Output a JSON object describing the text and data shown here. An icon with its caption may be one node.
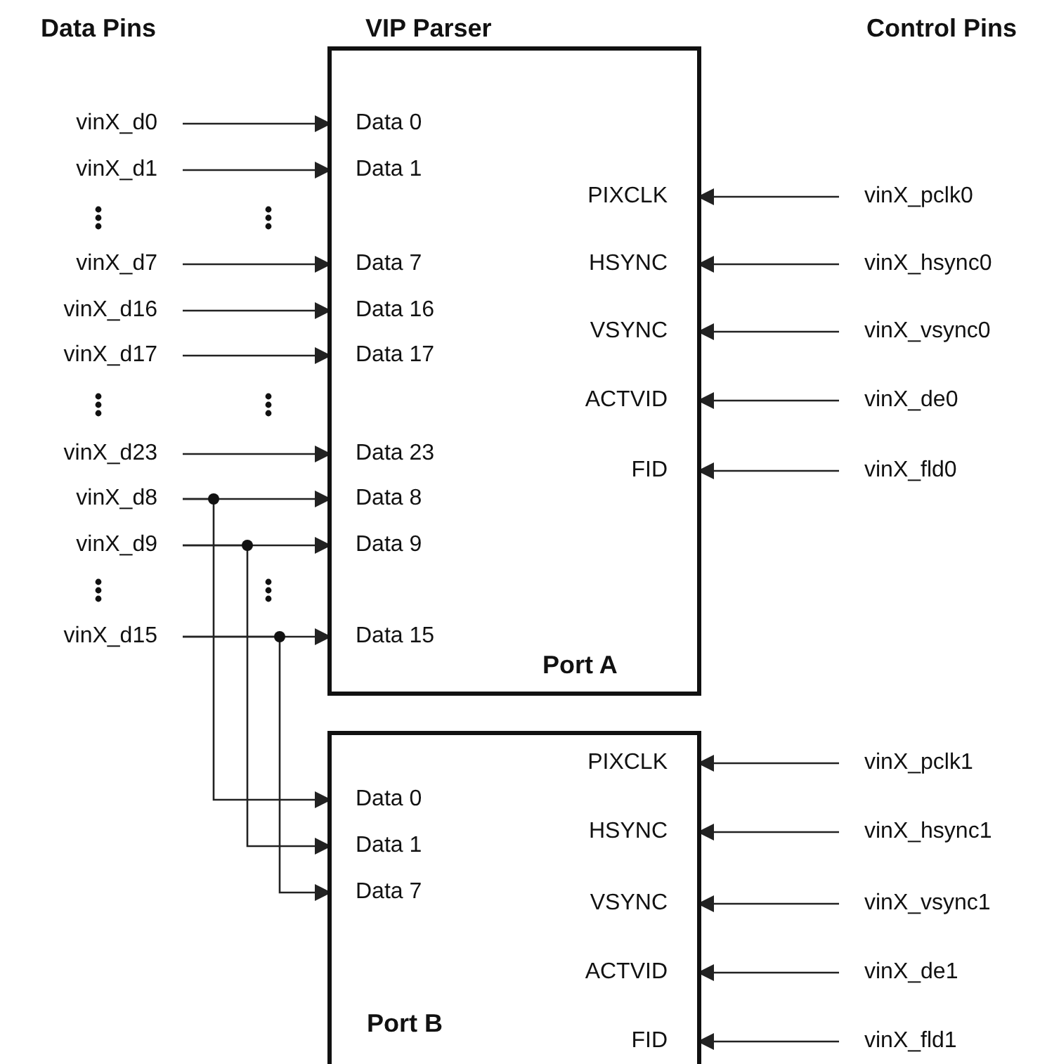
{
  "diagram": {
    "nodes": [
      {
        "text": [
          "Port A"
        ]
      },
      {
        "text": [
          "Data 0"
        ],
        "in": 0
      },
      {
        "text": [
          "Data 1"
        ],
        "in": 0
      },
      {
        "text": [
          "Data 7"
        ],
        "in": 0
      },
      {
        "text": [
          "Data 16"
        ],
        "in": 0
      },
      {
        "text": [
          "Data 17"
        ],
        "in": 0
      },
      {
        "text": [
          "Data 23"
        ],
        "in": 0
      },
      {
        "text": [
          "Data 8"
        ],
        "in": 0
      },
      {
        "text": [
          "Data 9"
        ],
        "in": 0
      },
      {
        "text": [
          "Data 15"
        ],
        "in": 0
      },
      {
        "text": [
          "PIXCLK"
        ],
        "in": 0
      },
      {
        "text": [
          "HSYNC"
        ],
        "in": 0
      },
      {
        "text": [
          "VSYNC"
        ],
        "in": 0
      },
      {
        "text": [
          "ACTVID"
        ],
        "in": 0
      },
      {
        "text": [
          "FID"
        ],
        "in": 0
      },
      {
        "text": [
          "Port B"
        ]
      },
      {
        "text": [
          "Data 0"
        ],
        "in": 15
      },
      {
        "text": [
          "Data 1"
        ],
        "in": 15
      },
      {
        "text": [
          "Data 7"
        ],
        "in": 15
      },
      {
        "text": [
          "PIXCLK"
        ],
        "in": 15
      },
      {
        "text": [
          "HSYNC"
        ],
        "in": 15
      },
      {
        "text": [
          "VSYNC"
        ],
        "in": 15
      },
      {
        "text": [
          "ACTVID"
        ],
        "in": 15
      },
      {
        "text": [
          "FID"
        ],
        "in": 15
      },
      {
        "text": [
          "vinX_d0"
        ]
      },
      {
        "text": [
          "vinX_d1"
        ]
      },
      {
        "text": [
          "vinX_d7"
        ]
      },
      {
        "text": [
          "vinX_d16"
        ]
      },
      {
        "text": [
          "vinX_d17"
        ]
      },
      {
        "text": [
          "vinX_d23"
        ]
      },
      {
        "text": [
          "vinX_d8"
        ]
      },
      {
        "text": [
          "vinX_d9"
        ]
      },
      {
        "text": [
          "vinX_d15"
        ]
      },
      {
        "text": [
          "vinX_pclk0"
        ]
      },
      {
        "text": [
          "vinX_hsync0"
        ]
      },
      {
        "text": [
          "vinX_vsync0"
        ]
      },
      {
        "text": [
          "vinX_de0"
        ]
      },
      {
        "text": [
          "vinX_fld0"
        ]
      },
      {
        "text": [
          "vinX_pclk1"
        ]
      },
      {
        "text": [
          "vinX_hsync1"
        ]
      },
      {
        "text": [
          "vinX_vsync1"
        ]
      },
      {
        "text": [
          "vinX_de1"
        ]
      },
      {
        "text": [
          "vinX_fld1"
        ]
      }
    ],
    "edges": [
      {
        "from": 24,
        "to": 1,
        "arrow": "to"
      },
      {
        "from": 25,
        "to": 2,
        "arrow": "to"
      },
      {
        "from": 26,
        "to": 3,
        "arrow": "to"
      },
      {
        "from": 27,
        "to": 4,
        "arrow": "to"
      },
      {
        "from": 28,
        "to": 5,
        "arrow": "to"
      },
      {
        "from": 29,
        "to": 6,
        "arrow": "to"
      },
      {
        "from": 30,
        "to": 7,
        "arrow": "to"
      },
      {
        "from": 31,
        "to": 8,
        "arrow": "to"
      },
      {
        "from": 32,
        "to": 9,
        "arrow": "to"
      },
      {
        "from": 30,
        "to": 16,
        "arrow": "to"
      },
      {
        "from": 31,
        "to": 17,
        "arrow": "to"
      },
      {
        "from": 32,
        "to": 18,
        "arrow": "to"
      },
      {
        "from": 33,
        "to": 10,
        "arrow": "to"
      },
      {
        "from": 34,
        "to": 11,
        "arrow": "to"
      },
      {
        "from": 35,
        "to": 12,
        "arrow": "to"
      },
      {
        "from": 36,
        "to": 13,
        "arrow": "to"
      },
      {
        "from": 37,
        "to": 14,
        "arrow": "to"
      },
      {
        "from": 38,
        "to": 19,
        "arrow": "to"
      },
      {
        "from": 39,
        "to": 20,
        "arrow": "to"
      },
      {
        "from": 40,
        "to": 21,
        "arrow": "to"
      },
      {
        "from": 41,
        "to": 22,
        "arrow": "to"
      },
      {
        "from": 42,
        "to": 23,
        "arrow": "to"
      }
    ],
    "labels": [
      "Data Pins",
      "VIP Parser",
      "Control Pins"
    ]
  }
}
